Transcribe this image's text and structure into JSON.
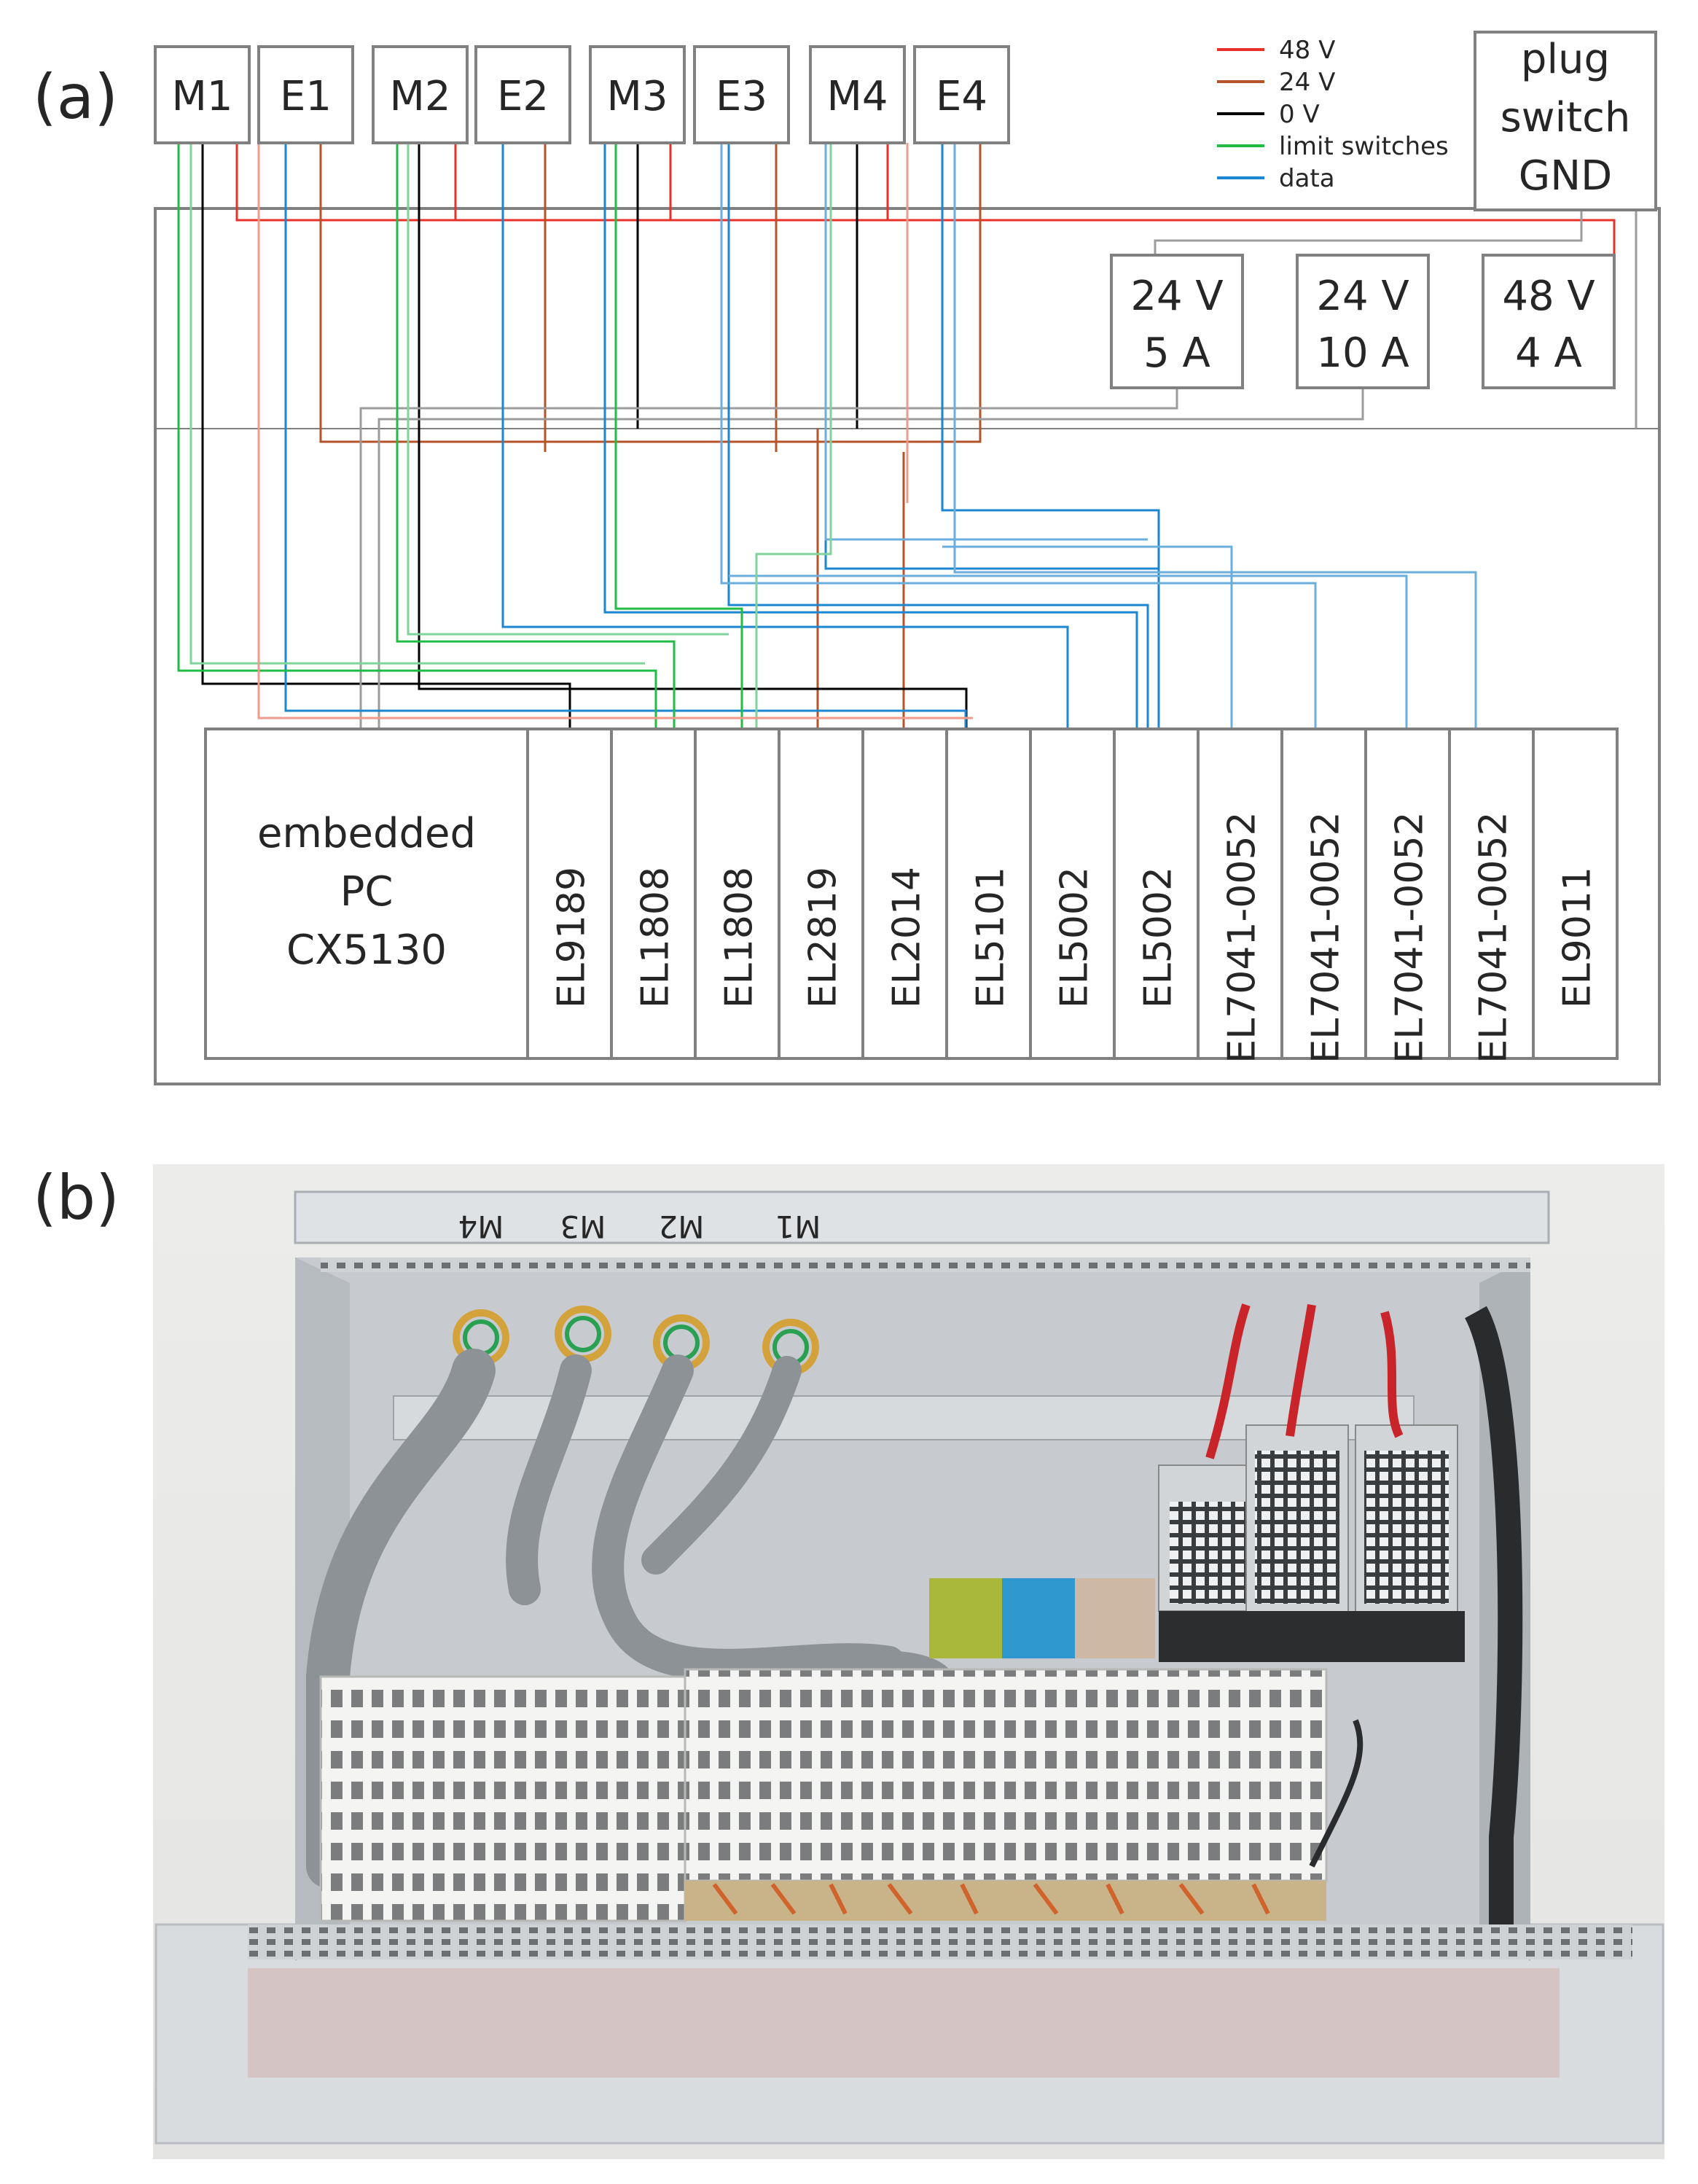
{
  "panel_a": {
    "label": "(a)",
    "top_units": [
      "M1",
      "E1",
      "M2",
      "E2",
      "M3",
      "E3",
      "M4",
      "E4"
    ],
    "plug_box": [
      "plug",
      "switch",
      "GND"
    ],
    "legend": [
      {
        "label": "48 V",
        "color": "#e8312a"
      },
      {
        "label": "24 V",
        "color": "#b5532a"
      },
      {
        "label": "0 V",
        "color": "#000000"
      },
      {
        "label": "limit switches",
        "color": "#22bb44"
      },
      {
        "label": "data",
        "color": "#1c86d1"
      }
    ],
    "power_supplies": [
      {
        "voltage": "24 V",
        "current": "5 A"
      },
      {
        "voltage": "24 V",
        "current": "10 A"
      },
      {
        "voltage": "48 V",
        "current": "4 A"
      }
    ],
    "controller": [
      "embedded",
      "PC",
      "CX5130"
    ],
    "modules": [
      "EL9189",
      "EL1808",
      "EL1808",
      "EL2819",
      "EL2014",
      "EL5101",
      "EL5002",
      "EL5002",
      "EL7041-0052",
      "EL7041-0052",
      "EL7041-0052",
      "EL7041-0052",
      "EL9011"
    ],
    "wire_colors": {
      "gray": "#9c9c9c",
      "light_blue": "#6aaedc",
      "light_green": "#7fd39b",
      "light_red": "#f09a8c"
    }
  },
  "panel_b": {
    "label": "(b)",
    "rail_labels": [
      "M4",
      "M3",
      "M2",
      "M1"
    ]
  }
}
